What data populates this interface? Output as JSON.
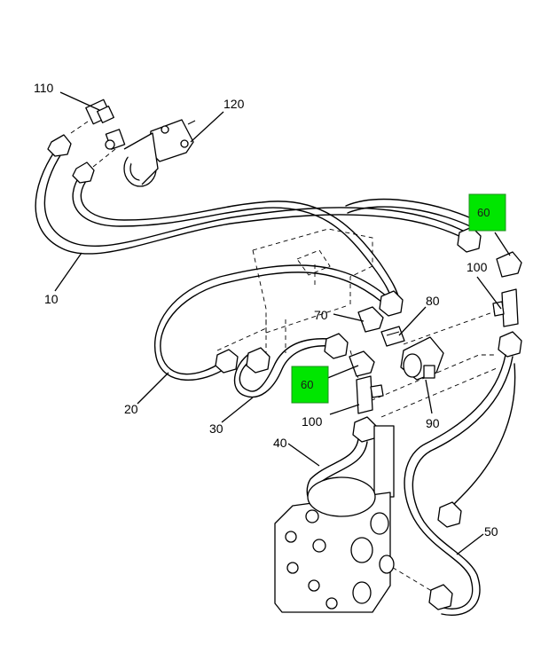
{
  "callouts": {
    "c10": "10",
    "c20": "20",
    "c30": "30",
    "c40": "40",
    "c50": "50",
    "c60_top": "60",
    "c60_bottom": "60",
    "c70": "70",
    "c80": "80",
    "c90": "90",
    "c100_top": "100",
    "c100_bottom": "100",
    "c110": "110",
    "c120": "120"
  },
  "colors": {
    "highlight": "#00e600",
    "line": "#000000",
    "background": "#ffffff"
  }
}
